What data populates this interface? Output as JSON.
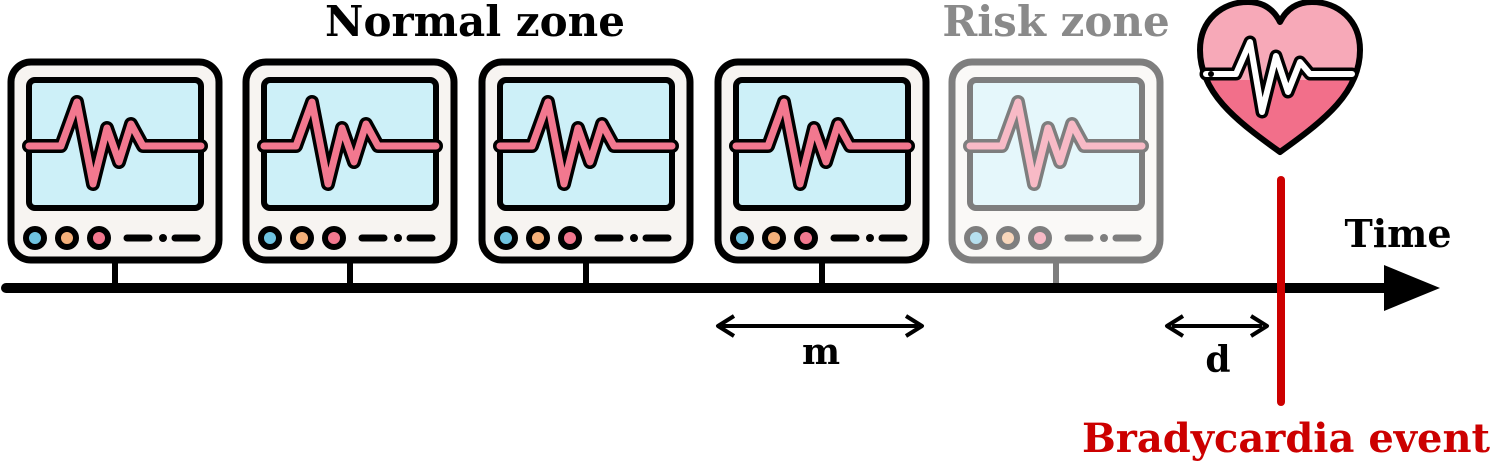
{
  "labels": {
    "normal_zone": "Normal zone",
    "risk_zone": "Risk zone",
    "time": "Time",
    "m": "m",
    "d": "d",
    "event": "Bradycardia event"
  },
  "monitors": [
    {
      "zone": "normal"
    },
    {
      "zone": "normal"
    },
    {
      "zone": "normal"
    },
    {
      "zone": "normal"
    },
    {
      "zone": "risk"
    }
  ],
  "colors": {
    "outline": "#000000",
    "bezel": "#f7f4f1",
    "screen": "#cdf0f8",
    "waveform": "#f2788f",
    "event": "#cc0000",
    "risk_text": "#8a8a8a",
    "heart_top": "#f7a9b8",
    "heart_bottom": "#f26f8a",
    "knob_blue": "#6fc3e0",
    "knob_orange": "#f4b07a",
    "knob_pink": "#f2788f"
  },
  "icons": {
    "monitor": "ecg-monitor-icon",
    "heart": "heartbeat-heart-icon"
  }
}
